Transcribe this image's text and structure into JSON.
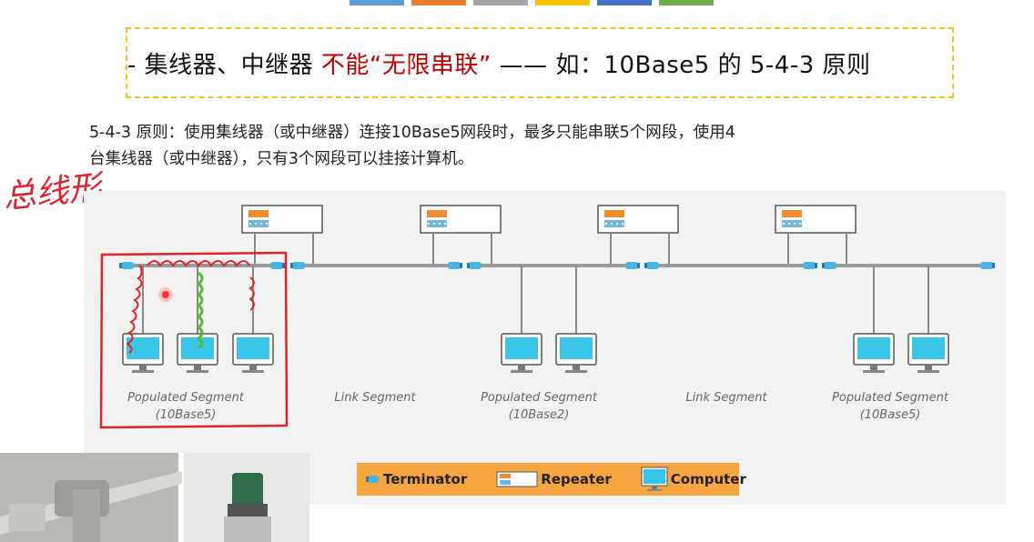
{
  "banner": {
    "prefix": "- 集线器、中继器 ",
    "highlight": "不能“无限串联”",
    "suffix": " —— 如：10Base5 的 5-4-3 原则"
  },
  "rule": {
    "line1": "5-4-3 原则：使用集线器（或中继器）连接10Base5网段时，最多只能串联5个网段，使用4",
    "line2": "台集线器（或中继器），只有3个网段可以挂接计算机。"
  },
  "annotation": {
    "handwriting": "总线形"
  },
  "segments": [
    {
      "label": "Populated Segment",
      "sub": "(10Base5)"
    },
    {
      "label": "Link Segment",
      "sub": ""
    },
    {
      "label": "Populated Segment",
      "sub": "(10Base2)"
    },
    {
      "label": "Link Segment",
      "sub": ""
    },
    {
      "label": "Populated Segment",
      "sub": "(10Base5)"
    }
  ],
  "legend": {
    "terminator": "Terminator",
    "repeater": "Repeater",
    "computer": "Computer"
  },
  "colors": {
    "banner_border": "#f3c01a",
    "highlight_red": "#c00000",
    "legend_bg": "#f5a640",
    "monitor": "#37c6e8",
    "repeater_display": "#f08a2a",
    "annotation_red": "#e8202a",
    "annotation_green": "#4fbf2a"
  }
}
